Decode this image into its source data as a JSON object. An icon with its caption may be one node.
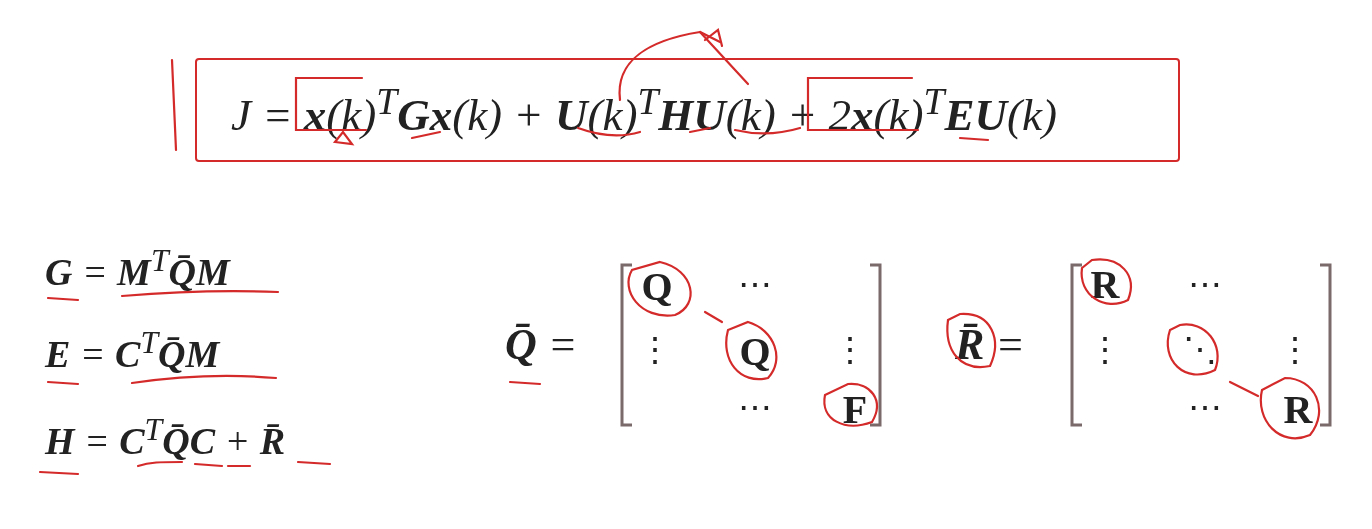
{
  "diagram": {
    "nodes": [
      {
        "text": [
          "J = **x**(k)$^{T}$**Gx**(k) + **U**(k)$^{T}$**HU**(k) + 2**x**(k)$^{T}$**EU**(k)"
        ]
      }
    ],
    "labels": [
      "**G** = **M**$^{T}$**Q̄M**",
      "**E** = **C**$^{T}$**Q̄M**",
      "**H** = **C**$^{T}$**Q̄C** + **R̄**",
      "**Q̄** =",
      "**Q**",
      "⋯",
      "⋮",
      "**Q**",
      "⋮",
      "⋯",
      "**F**",
      "**R̄** =",
      "**R**",
      "⋯",
      "⋮",
      "⋱",
      "⋮",
      "⋯",
      "**R**"
    ]
  }
}
